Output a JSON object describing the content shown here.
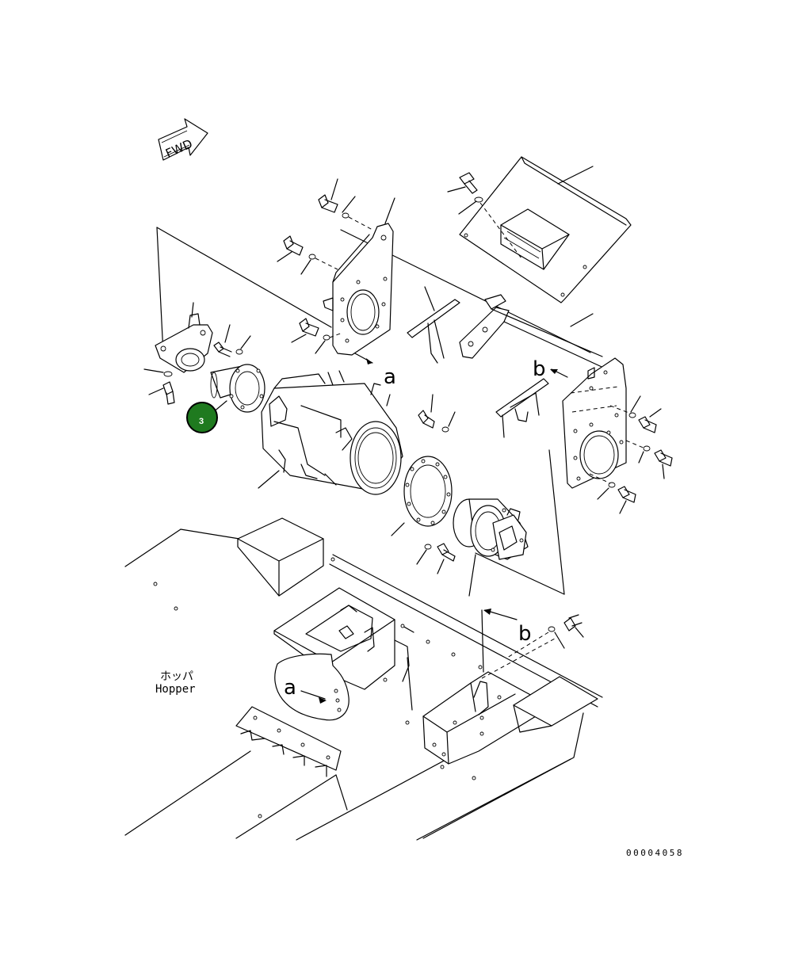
{
  "diagram": {
    "fwd_label": "FWD",
    "ref_a": "a",
    "ref_b": "b",
    "hopper_jp": "ホッパ",
    "hopper_en": "Hopper",
    "drawing_number": "00004058",
    "callout": {
      "number": "3",
      "color": "#1f7a1f",
      "border": "#000000"
    }
  }
}
